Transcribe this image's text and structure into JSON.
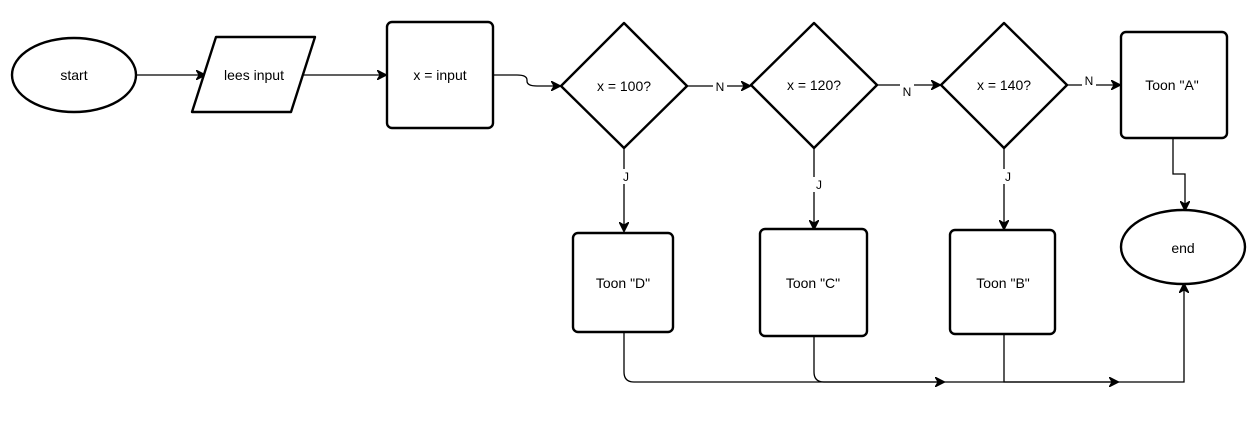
{
  "diagram": {
    "nodes": {
      "start": "start",
      "read_input": "lees input",
      "assign_x": "x = input",
      "check_100": "x = 100?",
      "check_120": "x = 120?",
      "check_140": "x = 140?",
      "show_a": "Toon \"A\"",
      "show_b": "Toon \"B\"",
      "show_c": "Toon \"C\"",
      "show_d": "Toon \"D\"",
      "end": "end"
    },
    "edge_labels": {
      "no_1": "N",
      "no_2": "N",
      "no_3": "N",
      "yes_1": "J",
      "yes_2": "J",
      "yes_3": "J"
    }
  },
  "colors": {
    "stroke": "#000000",
    "fill": "#ffffff",
    "background": "#ffffff"
  }
}
